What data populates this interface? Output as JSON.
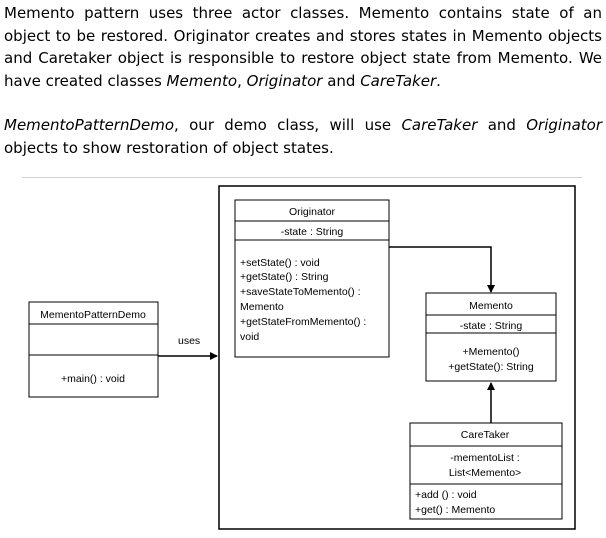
{
  "intro": {
    "p1_a": "Memento pattern uses three actor classes. Memento contains state of an object to be restored. Originator creates and stores states in Memento objects and Caretaker object is responsible to restore object state from Memento. We have created classes ",
    "p1_memento": "Memento",
    "p1_sep1": ", ",
    "p1_originator": "Originator",
    "p1_and": " and ",
    "p1_caretaker": "CareTaker",
    "p1_end": ".",
    "p2_demo": "MementoPatternDemo",
    "p2_a": ", our demo class, will use ",
    "p2_caretaker": "CareTaker",
    "p2_and": " and ",
    "p2_originator": "Originator",
    "p2_end": " objects to show restoration of object states."
  },
  "diagram": {
    "uses_label": "uses",
    "demo": {
      "name": "MementoPatternDemo",
      "method": "+main() : void"
    },
    "originator": {
      "name": "Originator",
      "attr": "-state : String",
      "methods": [
        "+setState() : void",
        "+getState() : String",
        "+saveStateToMemento() :",
        "Memento",
        "+getStateFromMemento() :",
        "void"
      ]
    },
    "memento": {
      "name": "Memento",
      "attr": "-state : String",
      "methods": [
        "+Memento()",
        "+getState(): String"
      ]
    },
    "caretaker": {
      "name": "CareTaker",
      "attrs": [
        "-mementoList  :",
        "List<Memento>"
      ],
      "methods": [
        "+add () : void",
        "+get() : Memento"
      ]
    }
  }
}
